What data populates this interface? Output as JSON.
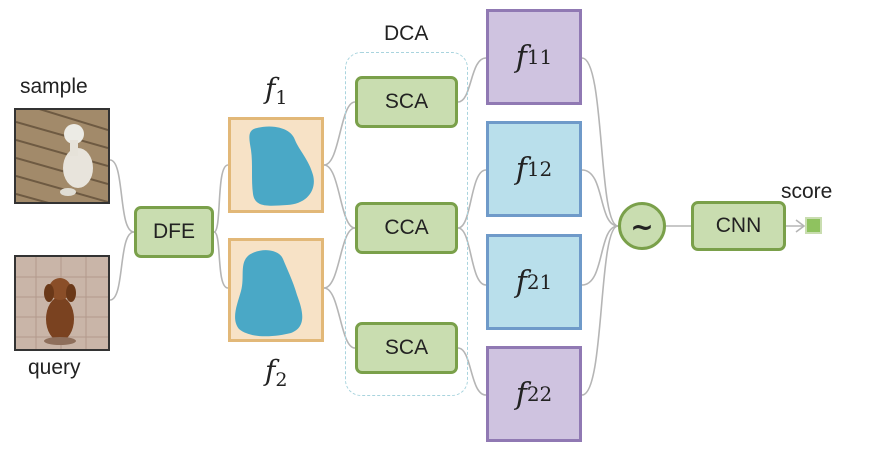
{
  "labels": {
    "sample": "sample",
    "query": "query",
    "f1": "f",
    "f1_sub": "1",
    "f2": "f",
    "f2_sub": "2",
    "dca": "DCA",
    "score": "score"
  },
  "nodes": {
    "dfe": "DFE",
    "sca_top": "SCA",
    "cca": "CCA",
    "sca_bottom": "SCA",
    "combine": "~",
    "cnn": "CNN"
  },
  "features": [
    {
      "base": "f",
      "sub": "11",
      "style": "purple"
    },
    {
      "base": "f",
      "sub": "12",
      "style": "blue"
    },
    {
      "base": "f",
      "sub": "21",
      "style": "blue"
    },
    {
      "base": "f",
      "sub": "22",
      "style": "purple"
    }
  ],
  "colors": {
    "green_fill": "#c9ddb0",
    "green_border": "#7aa04a",
    "purple_fill": "#cfc3e0",
    "purple_border": "#9079b3",
    "blue_fill": "#b9dfeb",
    "blue_border": "#6f9ac9",
    "feature_map_fill": "#f7e2c6",
    "feature_map_border": "#e2b878",
    "blob": "#4aa8c6",
    "connector": "#b5b5b5",
    "dca_border": "#a9d4de"
  },
  "icons": {
    "sample_image": "dog-on-wooden-deck-photo",
    "query_image": "brown-dog-on-tiles-photo"
  }
}
